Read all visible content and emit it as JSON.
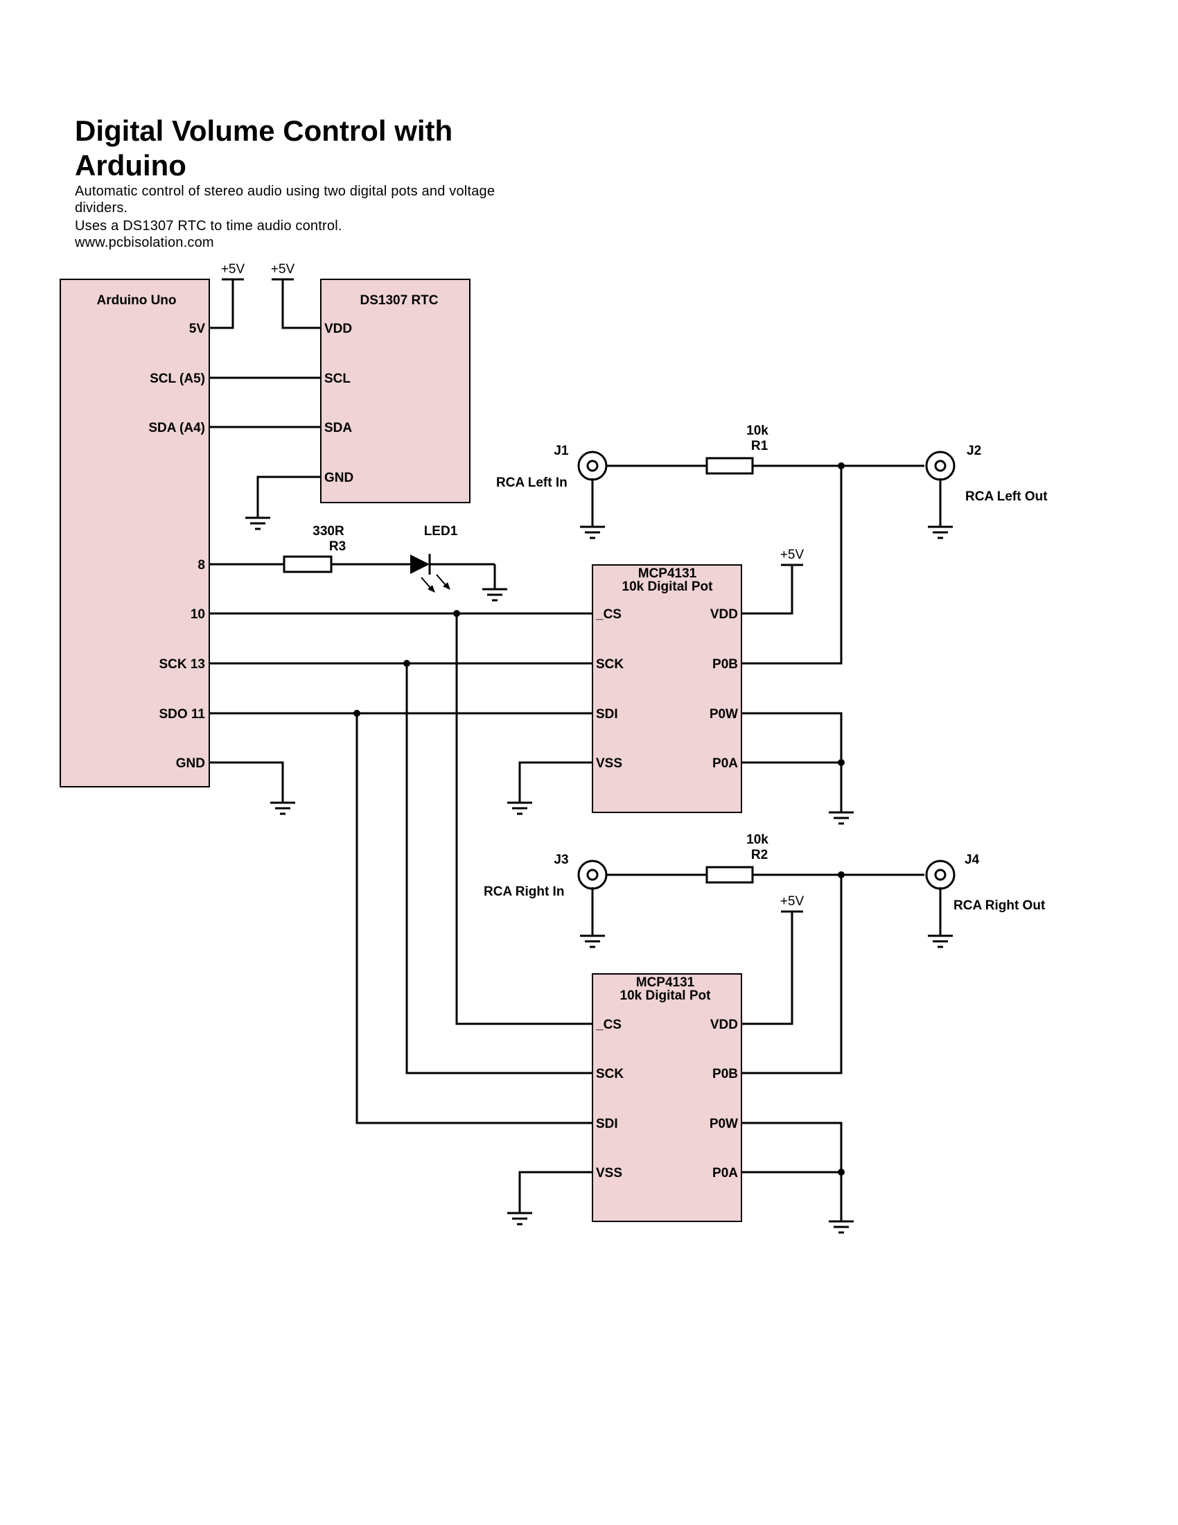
{
  "header": {
    "title_line1": "Digital Volume Control with",
    "title_line2": "Arduino",
    "desc_line1": "Automatic control of stereo audio using two digital pots and voltage",
    "desc_line2": "dividers.",
    "desc_line3": "Uses a DS1307 RTC to time audio control.",
    "desc_line4": "www.pcbisolation.com"
  },
  "colors": {
    "chip_fill": "#efd3d5",
    "wire": "#000000"
  },
  "power_label": "+5V",
  "arduino": {
    "name": "Arduino Uno",
    "pins": {
      "p5v": "5V",
      "scl": "SCL (A5)",
      "sda": "SDA (A4)",
      "d8": "8",
      "d10": "10",
      "sck": "SCK 13",
      "sdo": "SDO 11",
      "gnd": "GND"
    }
  },
  "rtc": {
    "name": "DS1307 RTC",
    "pins": {
      "vdd": "VDD",
      "scl": "SCL",
      "sda": "SDA",
      "gnd": "GND"
    }
  },
  "led": {
    "ref": "LED1"
  },
  "r3": {
    "value": "330R",
    "ref": "R3"
  },
  "r1": {
    "value": "10k",
    "ref": "R1"
  },
  "r2": {
    "value": "10k",
    "ref": "R2"
  },
  "j1": {
    "ref": "J1",
    "label": "RCA Left In"
  },
  "j2": {
    "ref": "J2",
    "label": "RCA Left Out"
  },
  "j3": {
    "ref": "J3",
    "label": "RCA Right In"
  },
  "j4": {
    "ref": "J4",
    "label": "RCA Right Out"
  },
  "pot1": {
    "name": "MCP4131",
    "subtitle": "10k Digital Pot",
    "pins": {
      "cs": "_CS",
      "sck": "SCK",
      "sdi": "SDI",
      "vss": "VSS",
      "vdd": "VDD",
      "p0b": "P0B",
      "p0w": "P0W",
      "p0a": "P0A"
    }
  },
  "pot2": {
    "name": "MCP4131",
    "subtitle": "10k Digital Pot",
    "pins": {
      "cs": "_CS",
      "sck": "SCK",
      "sdi": "SDI",
      "vss": "VSS",
      "vdd": "VDD",
      "p0b": "P0B",
      "p0w": "P0W",
      "p0a": "P0A"
    }
  }
}
